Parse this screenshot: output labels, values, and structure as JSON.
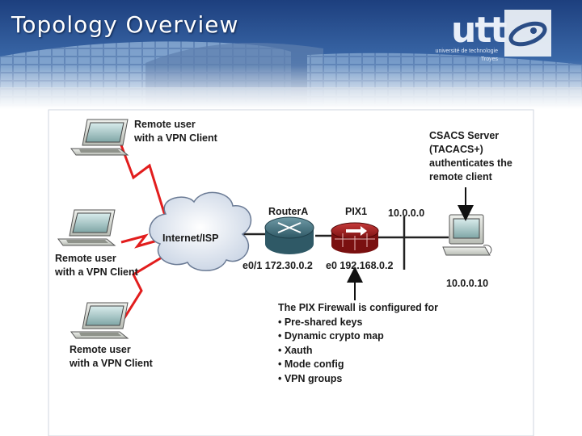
{
  "slide": {
    "title": "Topology Overview"
  },
  "logo": {
    "word": "utt",
    "subtitle": "université de technologie",
    "city": "Troyes"
  },
  "diagram": {
    "remote1": {
      "line1": "Remote user",
      "line2": "with a VPN Client"
    },
    "remote2": {
      "line1": "Remote user",
      "line2": "with a VPN Client"
    },
    "remote3": {
      "line1": "Remote user",
      "line2": "with a VPN Client"
    },
    "cloud_label": "Internet/ISP",
    "router_label": "RouterA",
    "pix_label": "PIX1",
    "router_interface": "e0/1 172.30.0.2",
    "pix_interface": "e0 192.168.0.2",
    "inside_network": "10.0.0.0",
    "server_ip": "10.0.0.10",
    "csacs": {
      "line1": "CSACS Server",
      "line2": "(TACACS+)",
      "line3": "authenticates the",
      "line4": "remote client"
    },
    "pix_config": {
      "heading": "The PIX Firewall is configured for",
      "items": [
        "• Pre-shared keys",
        "• Dynamic crypto map",
        "• Xauth",
        "• Mode config",
        "• VPN groups"
      ]
    }
  }
}
